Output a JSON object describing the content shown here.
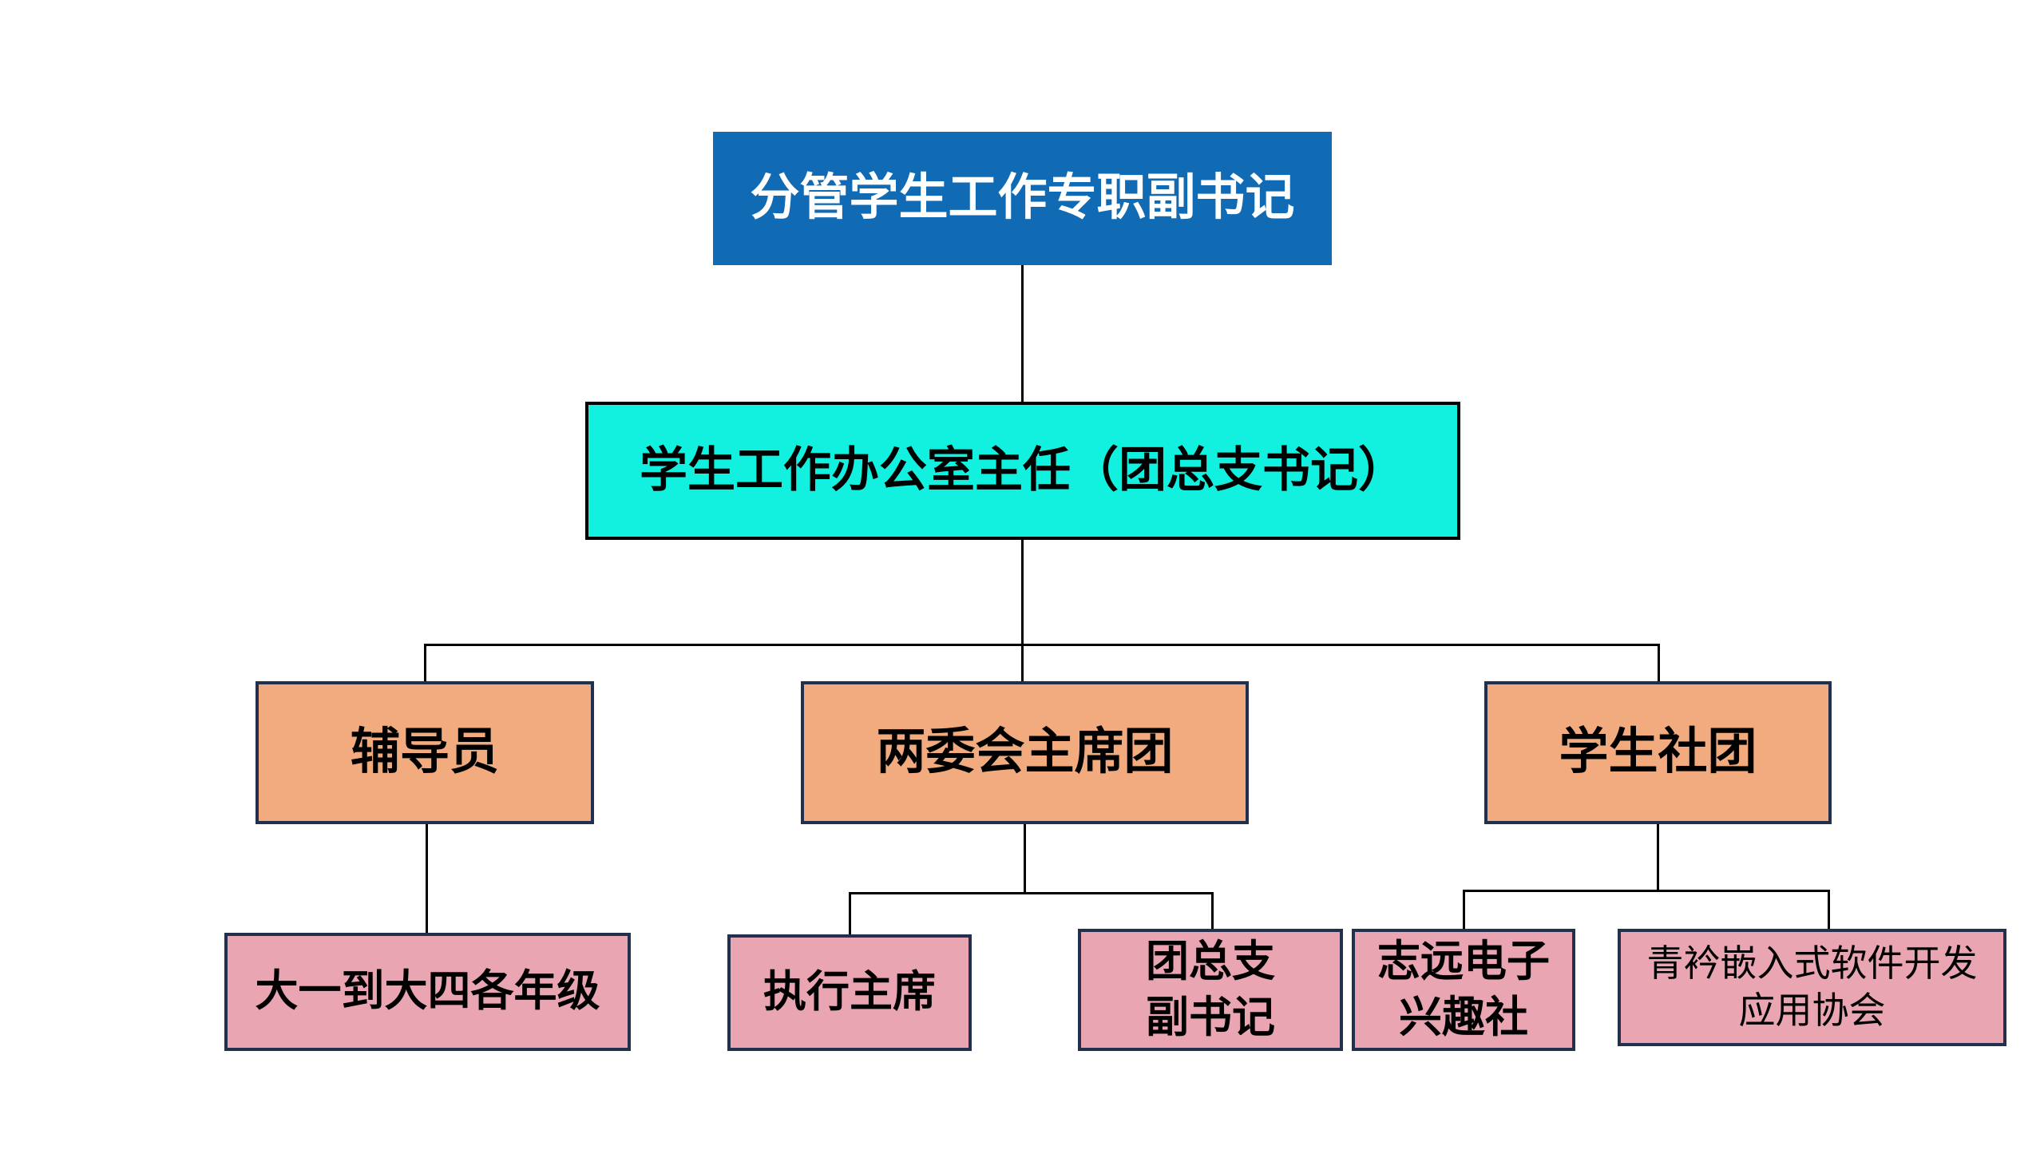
{
  "diagram": {
    "type": "org-chart",
    "colors": {
      "background": "#FFFFFF",
      "level1_fill": "#116AB4",
      "level1_text": "#FFFFFF",
      "level2_fill": "#12F0E0",
      "level2_border": "#000000",
      "level3_fill": "#F1AB7E",
      "level4_fill": "#E9A6B2",
      "box_border": "#22304E",
      "connector": "#000000",
      "text": "#000000"
    },
    "nodes": {
      "root": {
        "label": "分管学生工作专职副书记",
        "level": 1
      },
      "office": {
        "label": "学生工作办公室主任（团总支书记）",
        "level": 2
      },
      "counselor": {
        "label": "辅导员",
        "level": 3
      },
      "presidium": {
        "label": "两委会主席团",
        "level": 3
      },
      "clubs": {
        "label": "学生社团",
        "level": 3
      },
      "grades": {
        "label": "大一到大四各年级",
        "level": 4
      },
      "exec_chair": {
        "label": "执行主席",
        "level": 4
      },
      "league_deputy": {
        "label": "团总支\n副书记",
        "level": 4
      },
      "zhiyuan_club": {
        "label": "志远电子\n兴趣社",
        "level": 4
      },
      "qingjin_assoc": {
        "label": "青衿嵌入式软件开发\n应用协会",
        "level": 4
      }
    },
    "edges": [
      {
        "from": "root",
        "to": "office"
      },
      {
        "from": "office",
        "to": "counselor"
      },
      {
        "from": "office",
        "to": "presidium"
      },
      {
        "from": "office",
        "to": "clubs"
      },
      {
        "from": "counselor",
        "to": "grades"
      },
      {
        "from": "presidium",
        "to": "exec_chair"
      },
      {
        "from": "presidium",
        "to": "league_deputy"
      },
      {
        "from": "clubs",
        "to": "zhiyuan_club"
      },
      {
        "from": "clubs",
        "to": "qingjin_assoc"
      }
    ]
  }
}
